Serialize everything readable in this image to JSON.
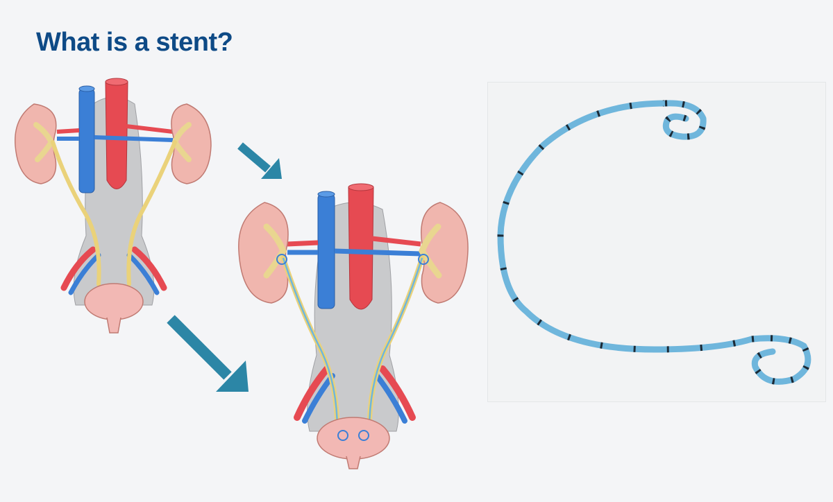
{
  "slide": {
    "title": "What is a stent?"
  },
  "colors": {
    "title": "#0e4a86",
    "arrow": "#2c86a6",
    "vein": "#3b7fd6",
    "artery": "#e64a52",
    "ureter": "#ead27a",
    "kidney": "#f0b6ae",
    "bladder": "#f2b8b4",
    "stent": "#6fb6dc",
    "stent_marks": "#1c2a36"
  },
  "figures": {
    "before": "urinary-anatomy-without-stent",
    "after": "urinary-anatomy-with-ureteral-stents",
    "photo": "double-j-ureteral-stent-photo"
  }
}
